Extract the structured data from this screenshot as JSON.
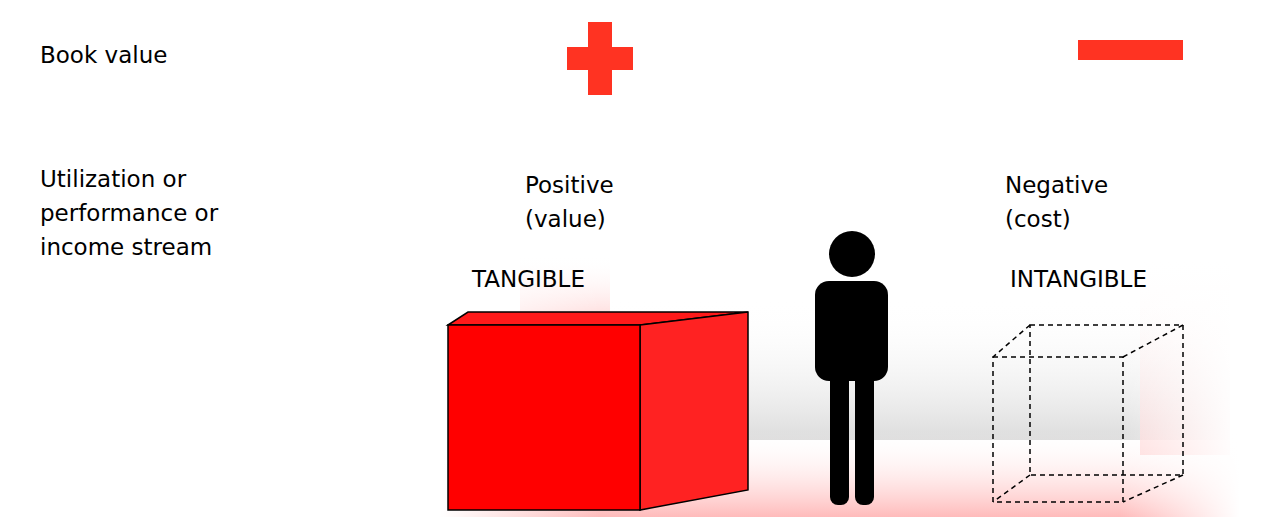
{
  "diagram": {
    "nodes": [
      {
        "text": [
          "TANGIBLE"
        ]
      },
      {
        "text": [
          "INTANGIBLE"
        ]
      }
    ],
    "labels": [
      "Book value",
      "Utilization or performance or income stream",
      "Positive (value)",
      "Negative (cost)"
    ]
  }
}
